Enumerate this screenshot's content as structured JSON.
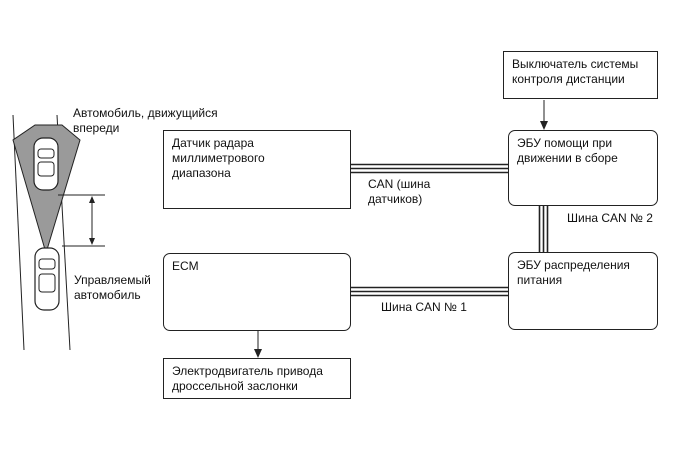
{
  "diagram": {
    "car_ahead_label": "Автомобиль, движущийся\nвпереди",
    "own_car_label": "Управляемый\nавтомобиль",
    "radar_sensor": "Датчик радара\nмиллиметрового\nдиапазона",
    "distance_switch": "Выключатель системы\nконтроля дистанции",
    "driving_support_ecu": "ЭБУ помощи при\nдвижении в сборе",
    "power_distribution_ecu": "ЭБУ распределения\nпитания",
    "ecm": "ECM",
    "throttle_motor": "Электродвигатель привода\nдроссельной заслонки",
    "can_sensor_bus": "CAN (шина\nдатчиков)",
    "can_bus_2": "Шина CAN № 2",
    "can_bus_1": "Шина CAN № 1"
  }
}
